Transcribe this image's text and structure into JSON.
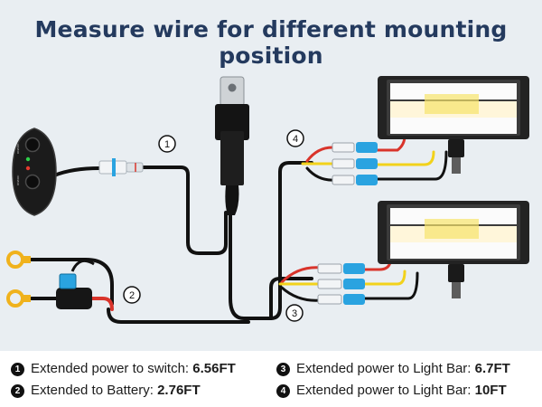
{
  "title": "Measure wire for different mounting position",
  "callouts": [
    "1",
    "2",
    "3",
    "4"
  ],
  "switch_labels": {
    "top": "ON/OFF",
    "bottom": "ON/OFF"
  },
  "legend": [
    {
      "num": "1",
      "text": "Extended power to switch: ",
      "value": "6.56FT"
    },
    {
      "num": "2",
      "text": "Extended to Battery: ",
      "value": "2.76FT"
    },
    {
      "num": "3",
      "text": "Extended power to Light Bar: ",
      "value": "6.7FT"
    },
    {
      "num": "4",
      "text": "Extended power to Light Bar: ",
      "value": "10FT"
    }
  ],
  "colors": {
    "title": "#243a5e",
    "wire_black": "#111111",
    "wire_red": "#d9342b",
    "wire_yellow": "#f2d21b",
    "terminal_blue": "#2aa3e0",
    "ring_terminal": "#f0b21c"
  }
}
